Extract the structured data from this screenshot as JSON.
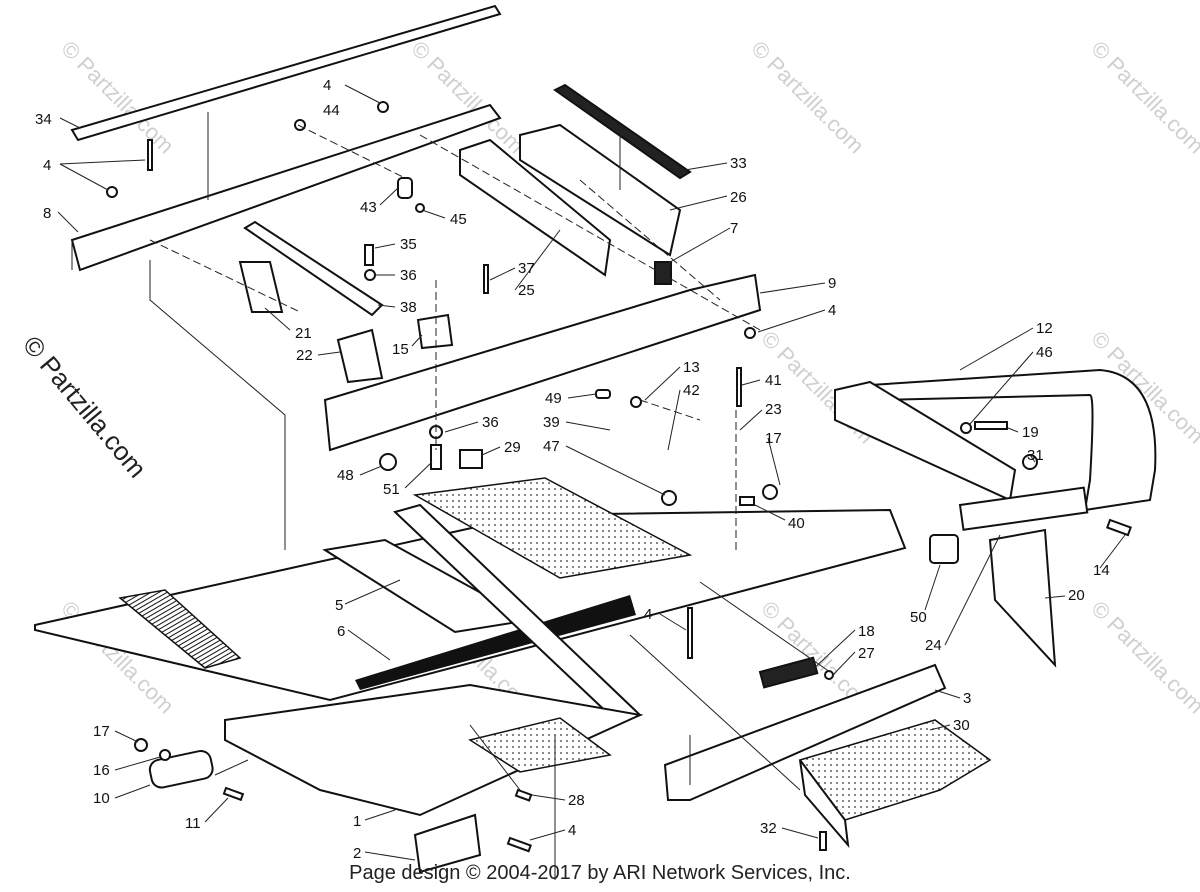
{
  "footer": "Page design © 2004-2017 by ARI Network Services, Inc.",
  "watermark": "© Partzilla.com",
  "callouts": [
    "34",
    "4",
    "44",
    "4",
    "8",
    "43",
    "45",
    "33",
    "26",
    "7",
    "35",
    "36",
    "38",
    "37",
    "25",
    "21",
    "22",
    "15",
    "9",
    "4",
    "12",
    "46",
    "13",
    "41",
    "49",
    "42",
    "39",
    "23",
    "36",
    "29",
    "48",
    "51",
    "47",
    "17",
    "19",
    "31",
    "40",
    "14",
    "5",
    "6",
    "4",
    "18",
    "27",
    "50",
    "24",
    "20",
    "3",
    "30",
    "17",
    "16",
    "10",
    "11",
    "28",
    "1",
    "2",
    "4",
    "32"
  ],
  "colors": {
    "ink": "#111111",
    "watermark": "#cfcfcf"
  }
}
